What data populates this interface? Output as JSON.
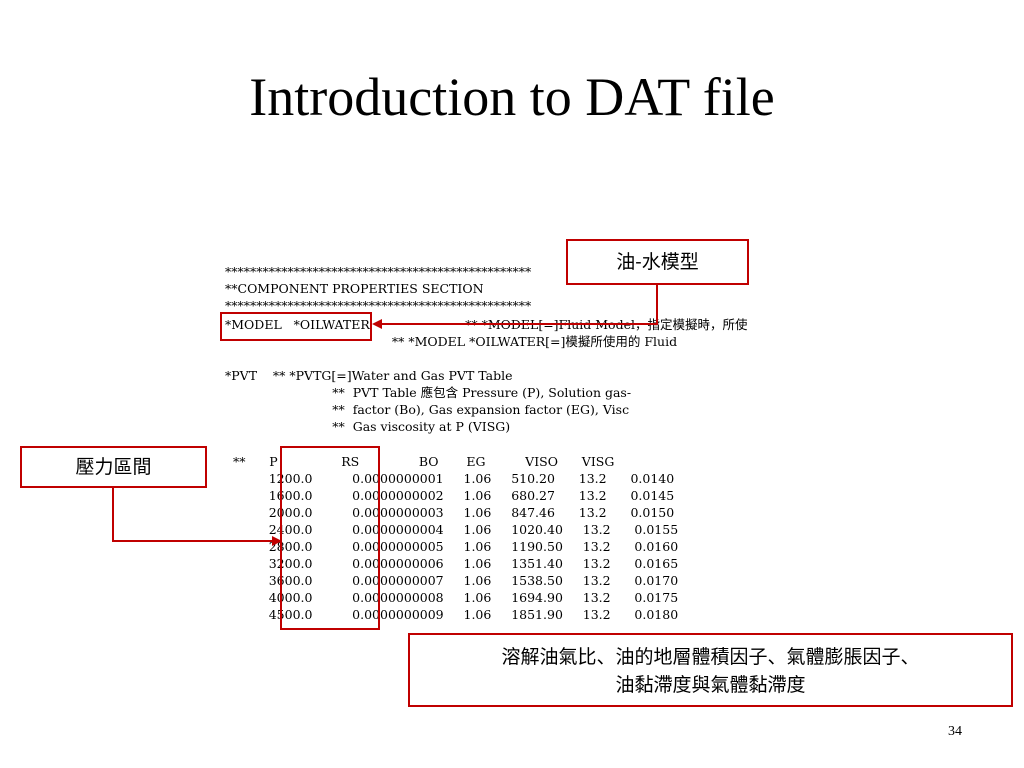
{
  "slide": {
    "title": "Introduction to DAT file",
    "page_number": "34"
  },
  "code_lines": [
    "*************************************************",
    "**COMPONENT PROPERTIES SECTION",
    "*************************************************",
    "*MODEL   *OILWATER                        ** *MODEL[=]Fluid Model，指定模擬時，所使",
    "                                          ** *MODEL *OILWATER[=]模擬所使用的 Fluid",
    "",
    "*PVT    ** *PVTG[=]Water and Gas PVT Table",
    "                           **  PVT Table 應包含 Pressure (P), Solution gas-",
    "                           **  factor (Bo), Gas expansion factor (EG), Visc",
    "                           **  Gas viscosity at P (VISG)",
    "",
    "  **      P                RS               BO       EG          VISO      VISG",
    "           1200.0          0.0000000001     1.06     510.20      13.2      0.0140",
    "           1600.0          0.0000000002     1.06     680.27      13.2      0.0145",
    "           2000.0          0.0000000003     1.06     847.46      13.2      0.0150",
    "           2400.0          0.0000000004     1.06     1020.40     13.2      0.0155",
    "           2800.0          0.0000000005     1.06     1190.50     13.2      0.0160",
    "           3200.0          0.0000000006     1.06     1351.40     13.2      0.0165",
    "           3600.0          0.0000000007     1.06     1538.50     13.2      0.0170",
    "           4000.0          0.0000000008     1.06     1694.90     13.2      0.0175",
    "           4500.0          0.0000000009     1.06     1851.90     13.2      0.0180"
  ],
  "callouts": {
    "model": "油-水模型",
    "pressure_range": "壓力區間",
    "description_line1": "溶解油氣比、油的地層體積因子、氣體膨脹因子、",
    "description_line2": "油黏滯度與氣體黏滯度"
  },
  "colors": {
    "accent": "#c00000",
    "text": "#000000",
    "background": "#ffffff"
  }
}
